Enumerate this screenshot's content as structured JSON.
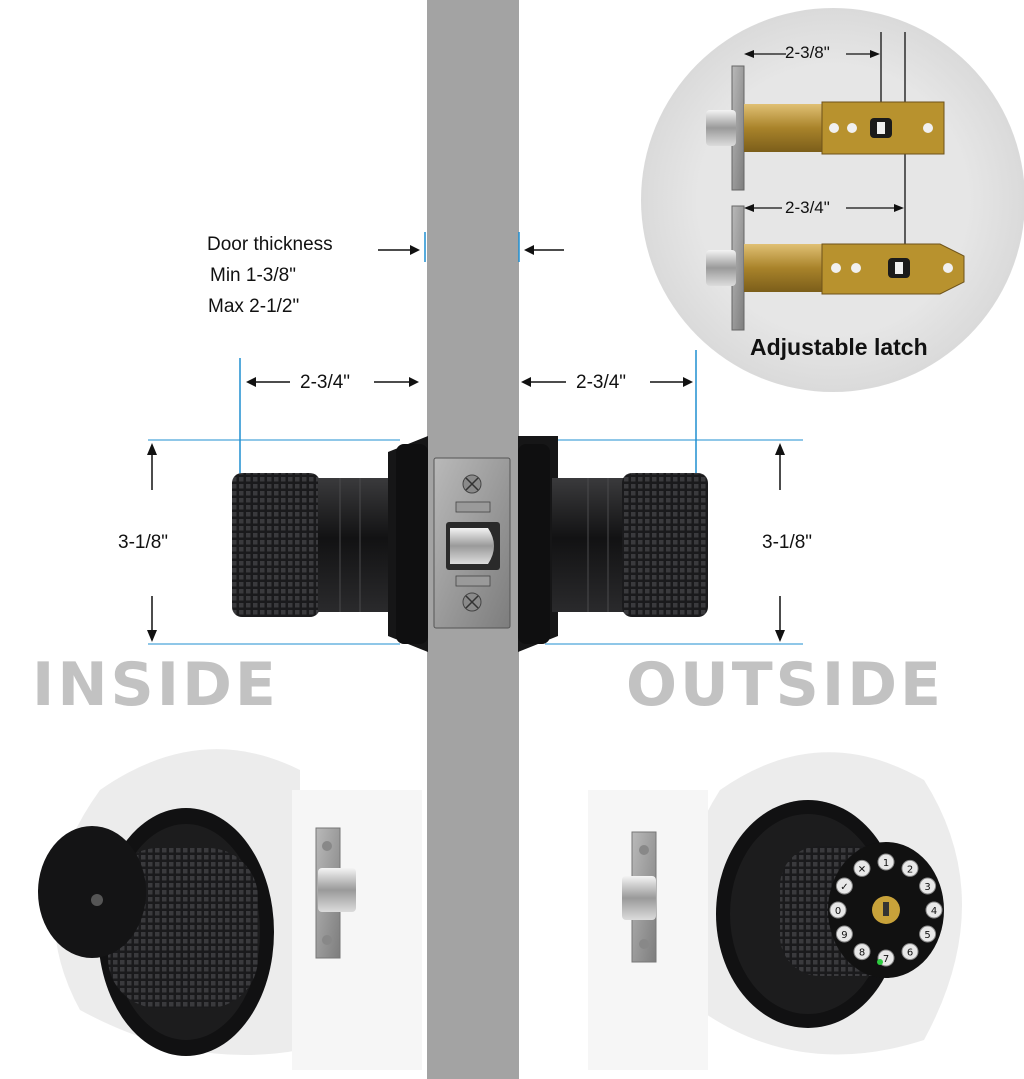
{
  "door": {
    "thickness_label": "Door thickness",
    "min_label": "Min  1-3/8\"",
    "max_label": "Max  2-1/2\""
  },
  "dimensions": {
    "left_length": "2-3/4\"",
    "right_length": "2-3/4\"",
    "left_height": "3-1/8\"",
    "right_height": "3-1/8\""
  },
  "latch_inset": {
    "top_backset": "2-3/8\"",
    "bottom_backset": "2-3/4\"",
    "caption": "Adjustable latch"
  },
  "sides": {
    "inside": "INSIDE",
    "outside": "OUTSIDE"
  },
  "keypad": {
    "keys": [
      "1",
      "2",
      "3",
      "4",
      "5",
      "6",
      "7",
      "8",
      "9",
      "0",
      "✓",
      "✕"
    ]
  },
  "colors": {
    "door": "#a3a3a3",
    "knob": "#1c1c1e",
    "brass": "#b8922e",
    "dimension_line": "#1f8fd1",
    "side_text": "#c2c2c2"
  }
}
